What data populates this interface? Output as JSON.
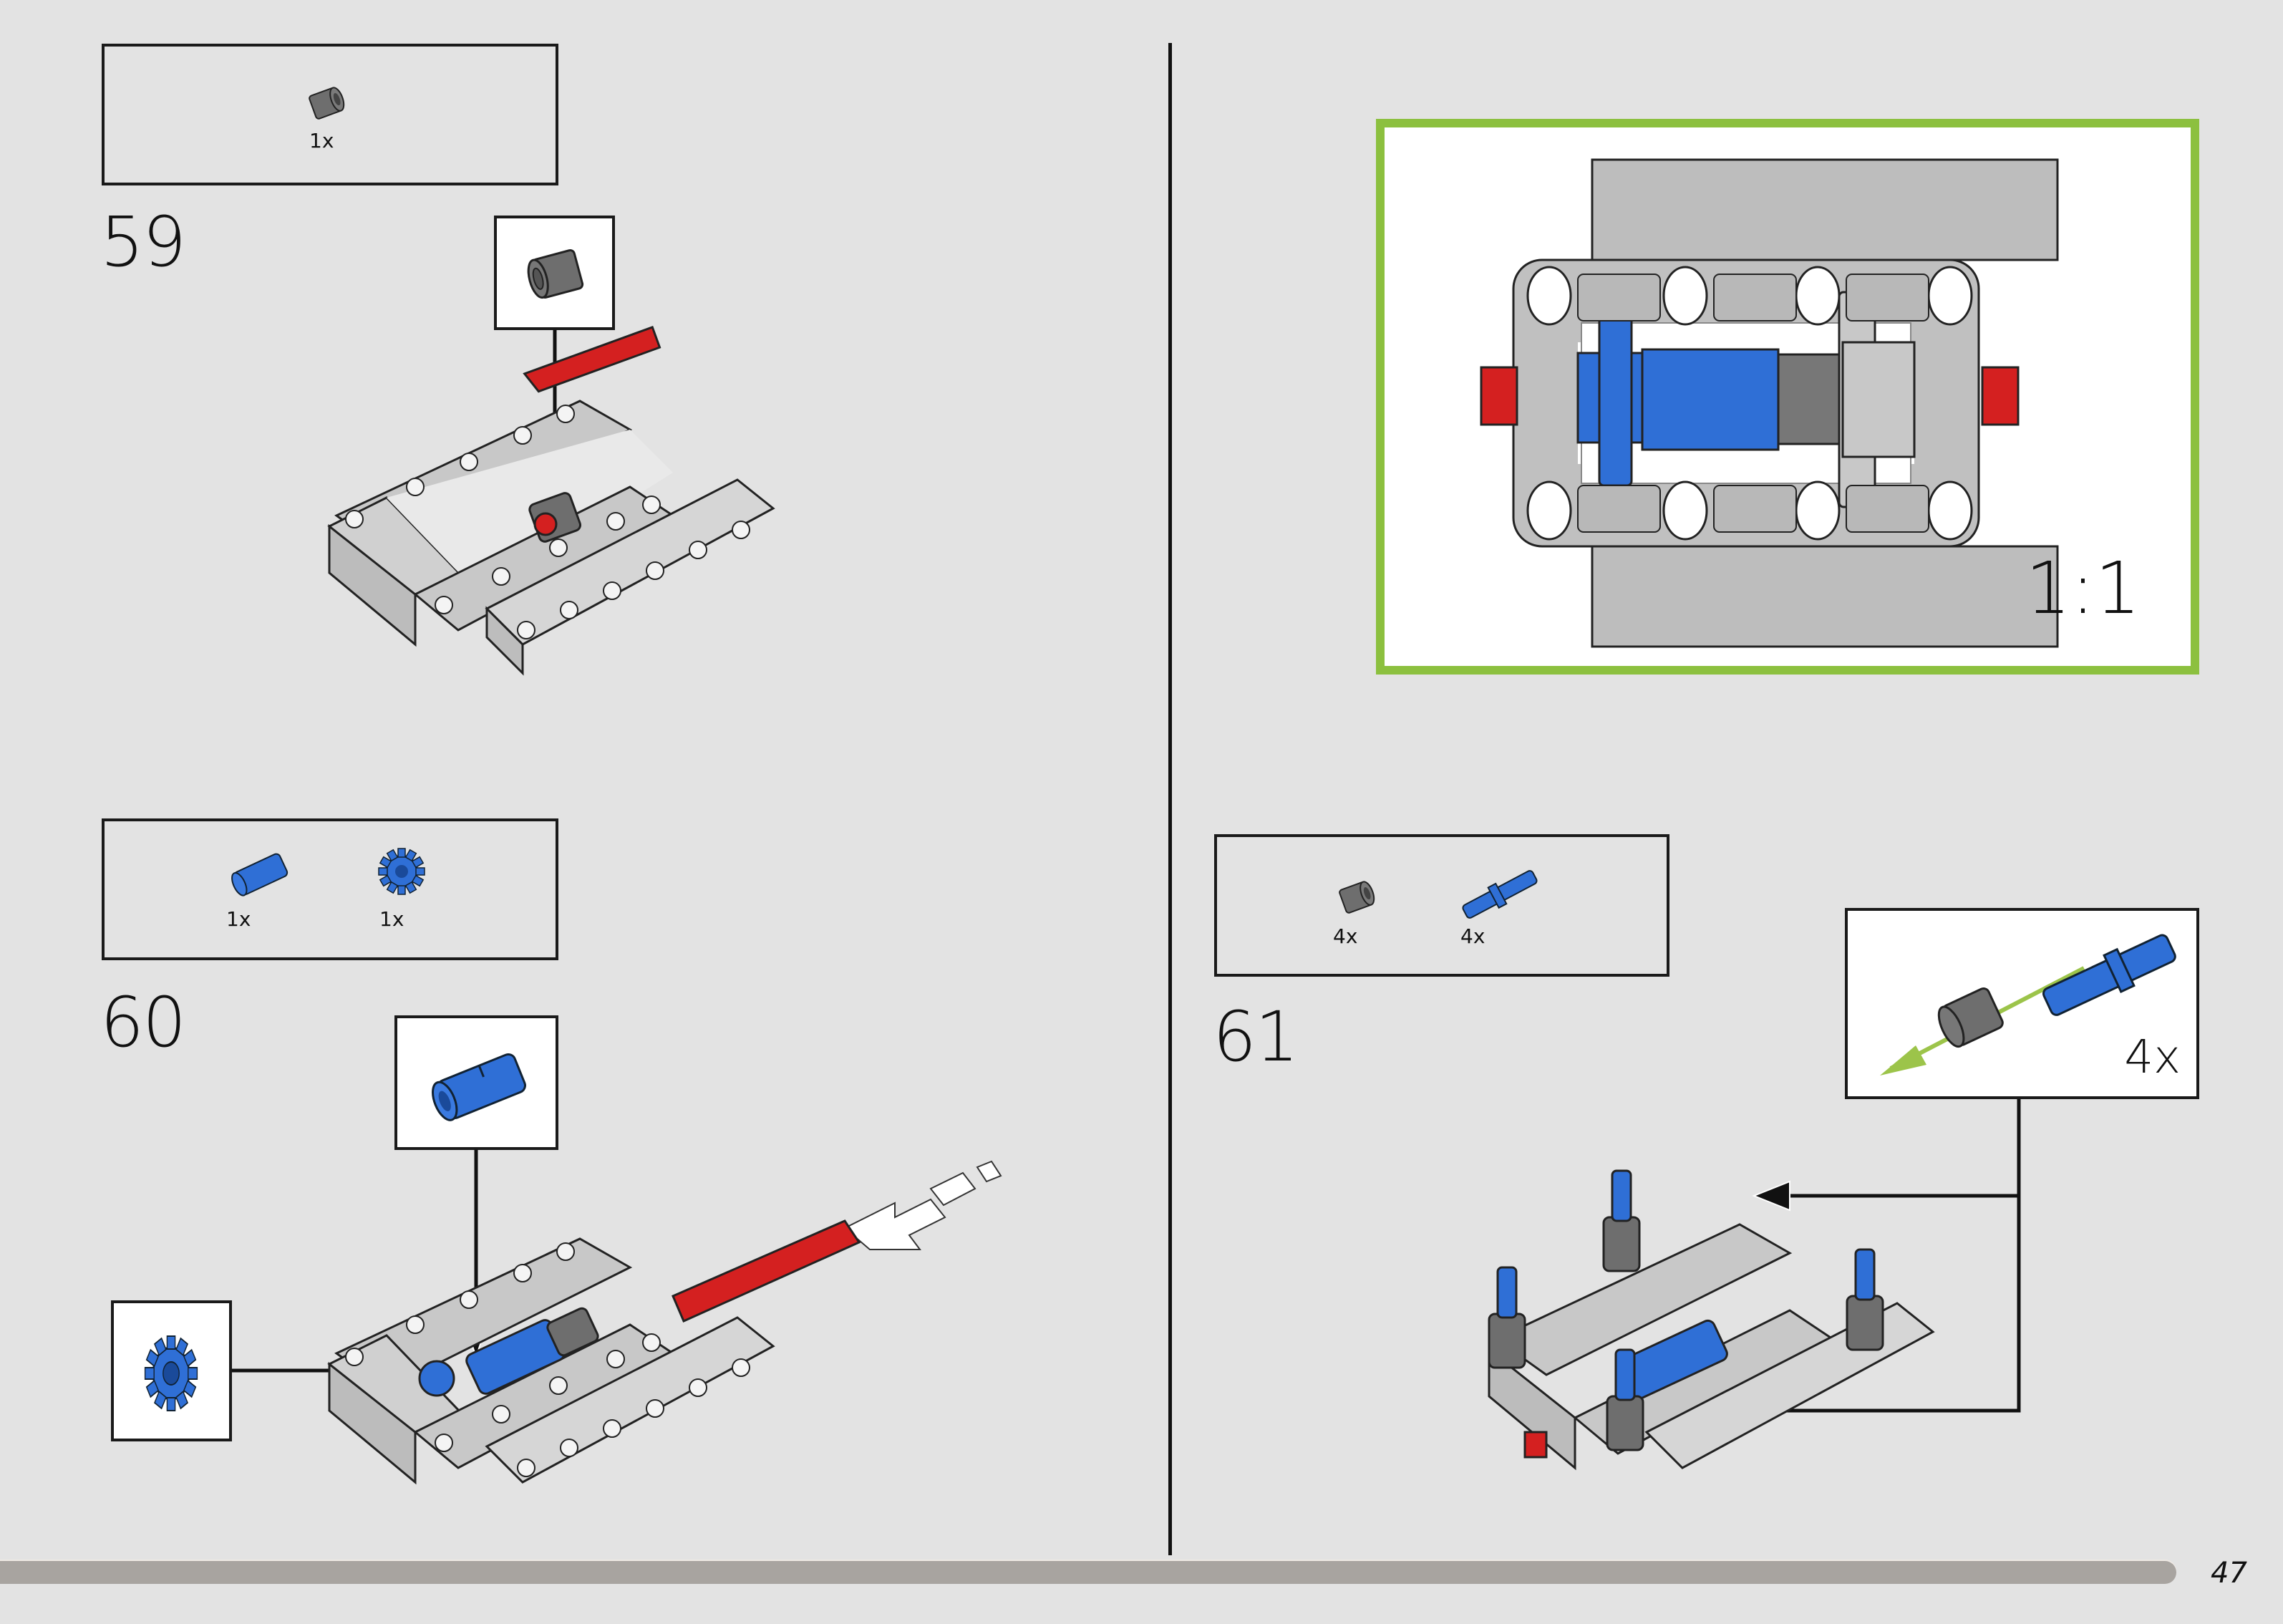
{
  "page": {
    "number": "47",
    "progress_fraction": 0.95
  },
  "steps": [
    {
      "number": "59",
      "parts": [
        {
          "name": "bush-gray",
          "color": "#6e6e6e",
          "qty": "1x"
        }
      ],
      "callouts": [
        {
          "part": "bush-gray",
          "color": "#6e6e6e"
        }
      ]
    },
    {
      "number": "60",
      "parts": [
        {
          "name": "pin-connector-blue",
          "color": "#2f6fd6",
          "qty": "1x"
        },
        {
          "name": "gear-12-tooth-blue",
          "color": "#2f6fd6",
          "qty": "1x"
        }
      ],
      "callouts": [
        {
          "part": "pin-connector-blue",
          "color": "#2f6fd6"
        },
        {
          "part": "gear-12-tooth-blue",
          "color": "#2f6fd6"
        }
      ]
    },
    {
      "number": "61",
      "parts": [
        {
          "name": "bush-gray",
          "color": "#6e6e6e",
          "qty": "4x"
        },
        {
          "name": "long-pin-blue",
          "color": "#2f6fd6",
          "qty": "4x"
        }
      ],
      "callouts": [
        {
          "part": "bush-and-pin-subassembly",
          "qty": "4x"
        }
      ]
    }
  ],
  "inset": {
    "scale_label": "1:1",
    "border_color": "#8cc03f"
  },
  "colors": {
    "background": "#e3e3e3",
    "beam_gray": "#c8c8c8",
    "dark_gray": "#6e6e6e",
    "axle_red": "#d42020",
    "blue": "#2f6fd6",
    "green_arrow": "#9cc44a",
    "progress": "#a8a4a0"
  }
}
